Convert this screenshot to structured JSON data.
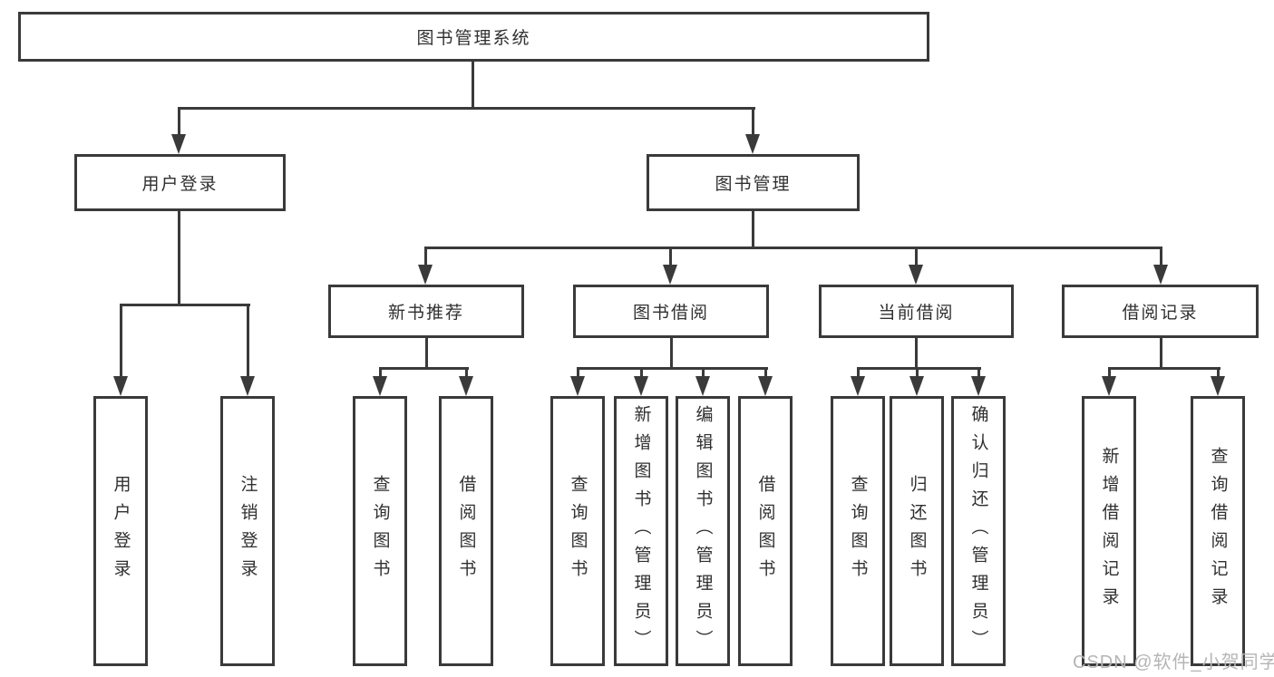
{
  "diagram": {
    "type": "hierarchy-tree",
    "colors": {
      "line": "#3a3a3a",
      "text": "#303030",
      "background": "#ffffff",
      "watermark": "#b5b5b5"
    },
    "watermark": "CSDN @软件_小贺同学",
    "nodes": {
      "root": {
        "label": "图书管理系统"
      },
      "user_login": {
        "label": "用户登录"
      },
      "book_mgmt": {
        "label": "图书管理"
      },
      "new_book_rec": {
        "label": "新书推荐"
      },
      "book_borrow": {
        "label": "图书借阅"
      },
      "current_borrow": {
        "label": "当前借阅"
      },
      "borrow_records": {
        "label": "借阅记录"
      },
      "leaf_user_login": {
        "label": "用户登录"
      },
      "leaf_logout": {
        "label": "注销登录"
      },
      "leaf_query_book_1": {
        "label": "查询图书"
      },
      "leaf_borrow_book_1": {
        "label": "借阅图书"
      },
      "leaf_query_book_2": {
        "label": "查询图书"
      },
      "leaf_add_book": {
        "label": "新增图书（管理员）"
      },
      "leaf_edit_book": {
        "label": "编辑图书（管理员）"
      },
      "leaf_borrow_book_2": {
        "label": "借阅图书"
      },
      "leaf_query_book_3": {
        "label": "查询图书"
      },
      "leaf_return_book": {
        "label": "归还图书"
      },
      "leaf_confirm_return": {
        "label": "确认归还（管理员）"
      },
      "leaf_add_record": {
        "label": "新增借阅记录"
      },
      "leaf_query_record": {
        "label": "查询借阅记录"
      }
    },
    "structure": {
      "root": [
        "user_login",
        "book_mgmt"
      ],
      "user_login": [
        "leaf_user_login",
        "leaf_logout"
      ],
      "book_mgmt": [
        "new_book_rec",
        "book_borrow",
        "current_borrow",
        "borrow_records"
      ],
      "new_book_rec": [
        "leaf_query_book_1",
        "leaf_borrow_book_1"
      ],
      "book_borrow": [
        "leaf_query_book_2",
        "leaf_add_book",
        "leaf_edit_book",
        "leaf_borrow_book_2"
      ],
      "current_borrow": [
        "leaf_query_book_3",
        "leaf_return_book",
        "leaf_confirm_return"
      ],
      "borrow_records": [
        "leaf_add_record",
        "leaf_query_record"
      ]
    }
  }
}
